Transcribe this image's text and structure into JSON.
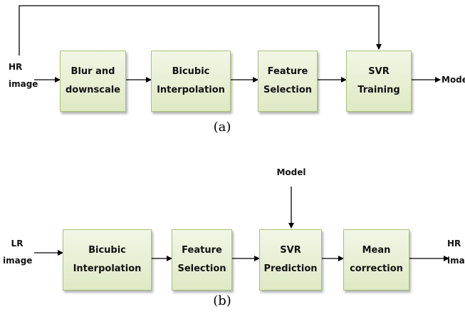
{
  "diagram_a": {
    "input_label": "HR\nimage",
    "boxes": [
      "Blur and\ndownscale",
      "Bicubic\nInterpolation",
      "Feature\nSelection",
      "SVR\nTraining"
    ],
    "output_label": "Model",
    "caption": "(a)"
  },
  "diagram_b": {
    "input_label": "LR\nimage",
    "model_label": "Model",
    "boxes": [
      "Bicubic\nInterpolation",
      "Feature\nSelection",
      "SVR\nPrediction",
      "Mean\ncorrection"
    ],
    "output_label": "HR\nimage",
    "caption": "(b)"
  },
  "colors": {
    "box_border": "#a7c27a",
    "box_fill_top": "#f2f6e6",
    "box_fill_bottom": "#dfe9c4",
    "line": "#000000"
  }
}
